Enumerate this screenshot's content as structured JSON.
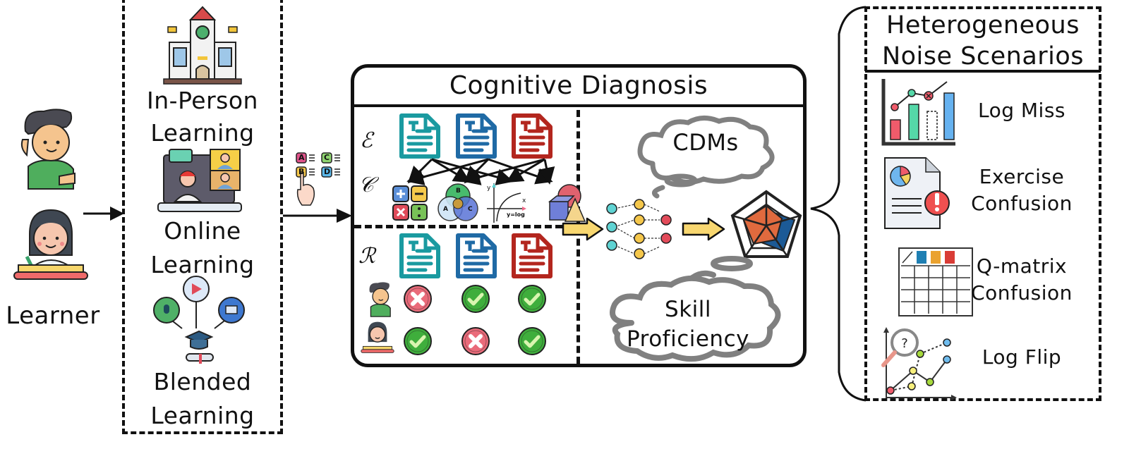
{
  "learner": {
    "label": "Learner",
    "icons": [
      "boy-student-icon",
      "girl-student-icon"
    ]
  },
  "learning_modes": {
    "items": [
      {
        "label_line1": "In-Person",
        "label_line2": "Learning",
        "icon": "school-building-icon"
      },
      {
        "label_line1": "Online",
        "label_line2": "Learning",
        "icon": "video-conference-laptop-icon"
      },
      {
        "label_line1": "Blended",
        "label_line2": "Learning",
        "icon": "graduation-media-icon"
      }
    ]
  },
  "quiz_icon": {
    "options": [
      "A",
      "B",
      "C",
      "D"
    ],
    "colors": {
      "A": "#e0528a",
      "B": "#f5c74b",
      "C": "#8ed46f",
      "D": "#5bb8ea"
    }
  },
  "cognitive_diagnosis": {
    "title": "Cognitive Diagnosis",
    "exercise_symbol": "ℰ",
    "concept_symbol": "𝒞",
    "response_symbol": "ℛ",
    "exercise_colors": [
      "#1a9aa0",
      "#1f6aa5",
      "#b3261e"
    ],
    "concepts": [
      "arithmetic-icon",
      "venn-diagram-icon",
      "log-graph-icon",
      "geometry-shapes-icon"
    ],
    "venn_labels": [
      "A",
      "B",
      "C"
    ],
    "graph_labels": {
      "y": "y",
      "x": "x",
      "fn": "y=log"
    },
    "responses": [
      {
        "learner": "boy",
        "results": [
          "wrong",
          "correct",
          "correct"
        ]
      },
      {
        "learner": "girl",
        "results": [
          "correct",
          "wrong",
          "correct"
        ]
      }
    ],
    "cdms_label": "CDMs",
    "skill_label_line1": "Skill",
    "skill_label_line2": "Proficiency"
  },
  "noise_scenarios": {
    "title_line1": "Heterogeneous",
    "title_line2": "Noise Scenarios",
    "items": [
      {
        "label_line1": "Log Miss",
        "label_line2": "",
        "icon": "bar-chart-missing-icon"
      },
      {
        "label_line1": "Exercise",
        "label_line2": "Confusion",
        "icon": "document-warning-icon"
      },
      {
        "label_line1": "Q-matrix",
        "label_line2": "Confusion",
        "icon": "q-matrix-grid-icon"
      },
      {
        "label_line1": "Log Flip",
        "label_line2": "",
        "icon": "flipped-line-chart-icon"
      }
    ]
  },
  "colors": {
    "ink": "#111111",
    "cloud": "#808080",
    "teal": "#5fd3d3",
    "yellow": "#f5c74b",
    "red": "#e34b5a",
    "radar_orange": "#e06a3e",
    "radar_blue": "#1c5a96",
    "arrow_fill": "#f8d770",
    "check_green": "#3fae3c",
    "cross_red": "#ea6b7a"
  }
}
